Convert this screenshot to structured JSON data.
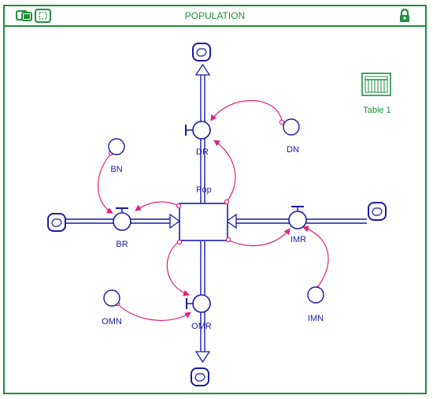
{
  "window": {
    "title": "POPULATION",
    "icons": [
      "map-layer-icon",
      "model-layer-icon",
      "lock-icon"
    ],
    "colors": {
      "frame": "#1e8f3c",
      "elements": "#1a1aa6",
      "connectors": "#e0207a",
      "table": "#1e8f3c"
    }
  },
  "stock": {
    "label": "Pop"
  },
  "flows": {
    "dr": {
      "label": "DR"
    },
    "br": {
      "label": "BR"
    },
    "imr": {
      "label": "IMR"
    },
    "omr": {
      "label": "OMR"
    }
  },
  "converters": {
    "dn": {
      "label": "DN"
    },
    "bn": {
      "label": "BN"
    },
    "imn": {
      "label": "IMN"
    },
    "omn": {
      "label": "OMN"
    }
  },
  "table": {
    "label": "Table 1"
  }
}
